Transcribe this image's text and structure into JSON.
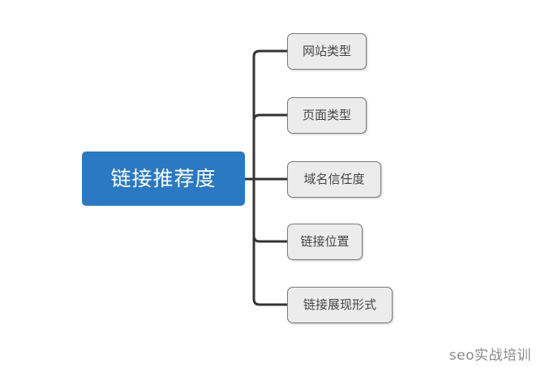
{
  "diagram": {
    "type": "mind-map",
    "background_color": "#FFFFFF",
    "root": {
      "label": "链接推荐度",
      "fill_color": "#2B79C2",
      "text_color": "#FFFFFF"
    },
    "branch_color": "#333333",
    "children": [
      {
        "label": "网站类型",
        "fill_color": "#ECECEC",
        "border_color": "#7A7A7A",
        "text_color": "#454545"
      },
      {
        "label": "页面类型",
        "fill_color": "#ECECEC",
        "border_color": "#7A7A7A",
        "text_color": "#454545"
      },
      {
        "label": "域名信任度",
        "fill_color": "#ECECEC",
        "border_color": "#7A7A7A",
        "text_color": "#454545"
      },
      {
        "label": "链接位置",
        "fill_color": "#ECECEC",
        "border_color": "#7A7A7A",
        "text_color": "#454545"
      },
      {
        "label": "链接展现形式",
        "fill_color": "#ECECEC",
        "border_color": "#7A7A7A",
        "text_color": "#454545"
      }
    ]
  },
  "watermark": {
    "text": "seo实战培训",
    "color": "#8A8A8A"
  }
}
